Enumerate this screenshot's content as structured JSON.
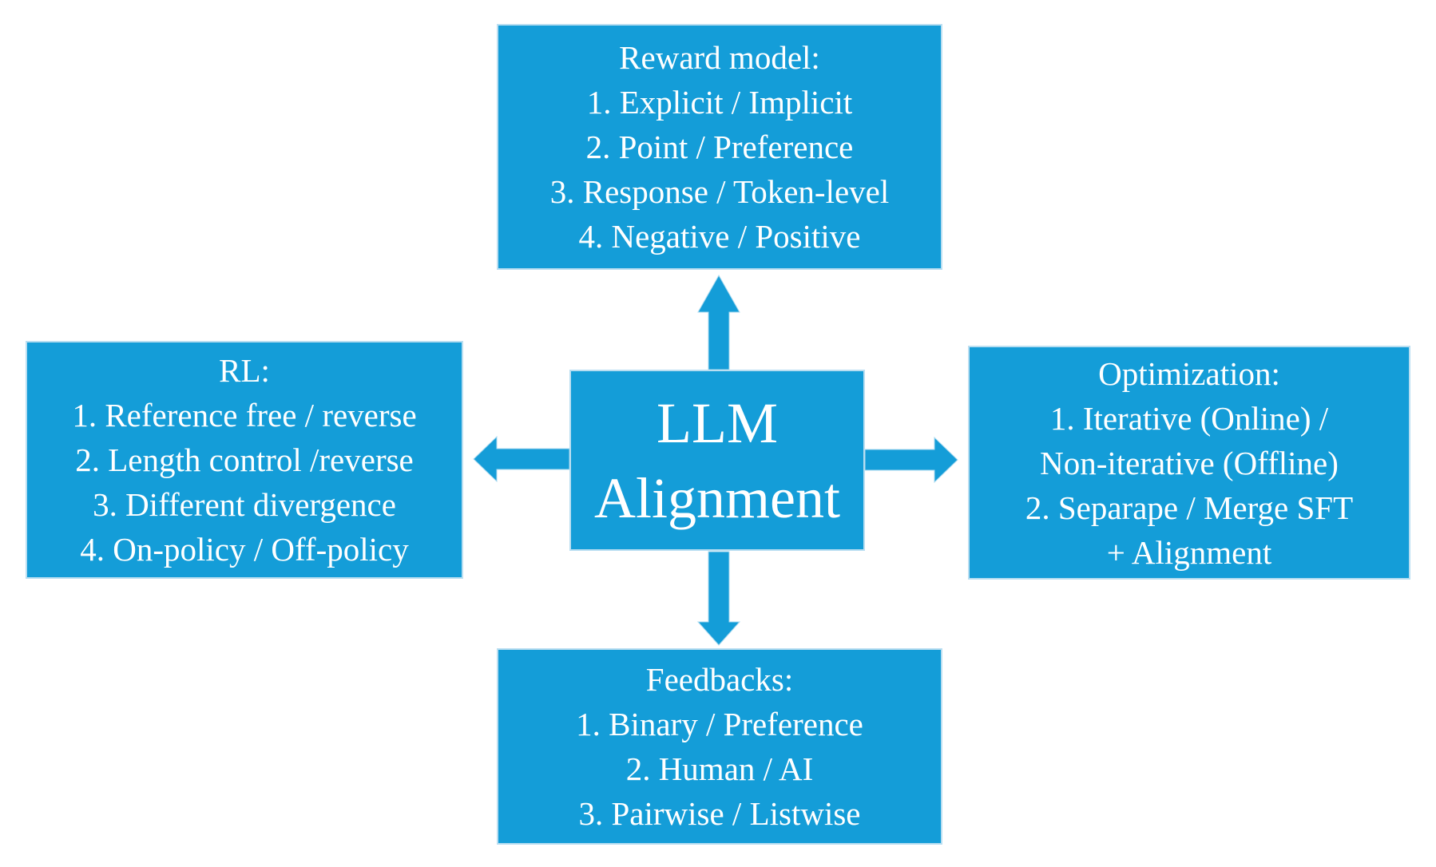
{
  "colors": {
    "box_fill": "#149dd8",
    "box_edge": "#b9def1",
    "text": "#ffffff",
    "background": "#ffffff"
  },
  "center": {
    "line1": "LLM",
    "line2": "Alignment"
  },
  "boxes": {
    "top": {
      "title": "Reward model:",
      "items": [
        "1. Explicit / Implicit",
        "2. Point / Preference",
        "3. Response / Token-level",
        "4. Negative / Positive"
      ]
    },
    "left": {
      "title": "RL:",
      "items": [
        "1. Reference free / reverse",
        "2. Length control /reverse",
        "3. Different divergence",
        "4. On-policy / Off-policy"
      ]
    },
    "right": {
      "title": "Optimization:",
      "items": [
        "1. Iterative (Online) /",
        "Non-iterative (Offline)",
        "2. Separape / Merge SFT",
        "+ Alignment"
      ]
    },
    "bottom": {
      "title": "Feedbacks:",
      "items": [
        "1. Binary / Preference",
        "2. Human / AI",
        "3. Pairwise / Listwise"
      ]
    }
  },
  "arrows": {
    "up": "center-to-reward-model",
    "left": "center-to-rl",
    "right": "center-to-optimization",
    "down": "center-to-feedbacks"
  }
}
